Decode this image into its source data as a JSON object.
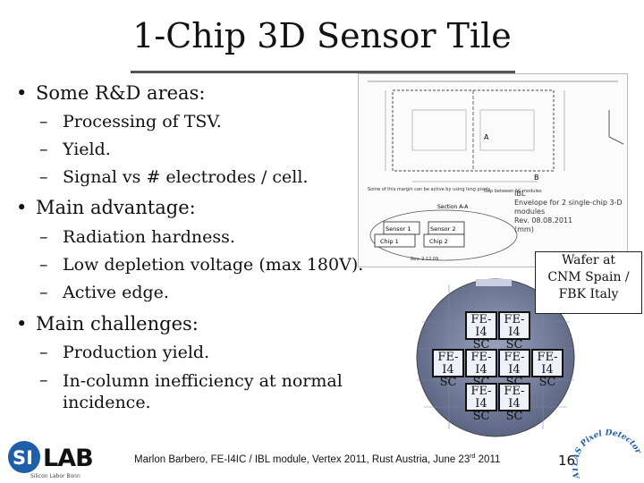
{
  "title": "1-Chip 3D Sensor Tile",
  "bullets": [
    {
      "label": "Some R&D areas:",
      "subs": [
        "Processing of TSV.",
        "Yield.",
        "Signal vs # electrodes / cell."
      ]
    },
    {
      "label": "Main advantage:",
      "subs": [
        "Radiation hardness.",
        "Low depletion voltage (max 180V).",
        "Active edge."
      ]
    },
    {
      "label": "Main challenges:",
      "subs": [
        "Production yield.",
        "In-column inefficiency at normal incidence."
      ]
    }
  ],
  "figure": {
    "wafer_label": [
      "Wafer at",
      "CNM Spain /",
      "FBK Italy"
    ],
    "chip_line1": "FE-I4",
    "chip_line2": "SC",
    "drawing_text": {
      "section": "Section A-A",
      "sensor1": "Sensor 1",
      "sensor2": "Sensor 2",
      "chip1": "Chip 1",
      "chip2": "Chip 2",
      "gap": "Gap between SC modules",
      "margin_note": "Some of this margin can be active by using long pixels",
      "a": "A",
      "b": "B",
      "rev_small": "Rev. 2.12.09",
      "ibl_note": [
        "IBL",
        "Envelope for 2 single-chip 3-D modules",
        "Rev. 08.08.2011",
        "(mm)"
      ]
    }
  },
  "footer": {
    "text_before": "Marlon Barbero, FE-I4IC / IBL module, Vertex 2011, Rust Austria, June 23",
    "sup": "rd",
    "text_after": " 2011",
    "page": "16"
  },
  "logos": {
    "silab_mark": "SILAB",
    "silab_sub": "Silicon Labor Bonn",
    "seal_text": "ATLAS Pixel Detector Collaboration"
  }
}
